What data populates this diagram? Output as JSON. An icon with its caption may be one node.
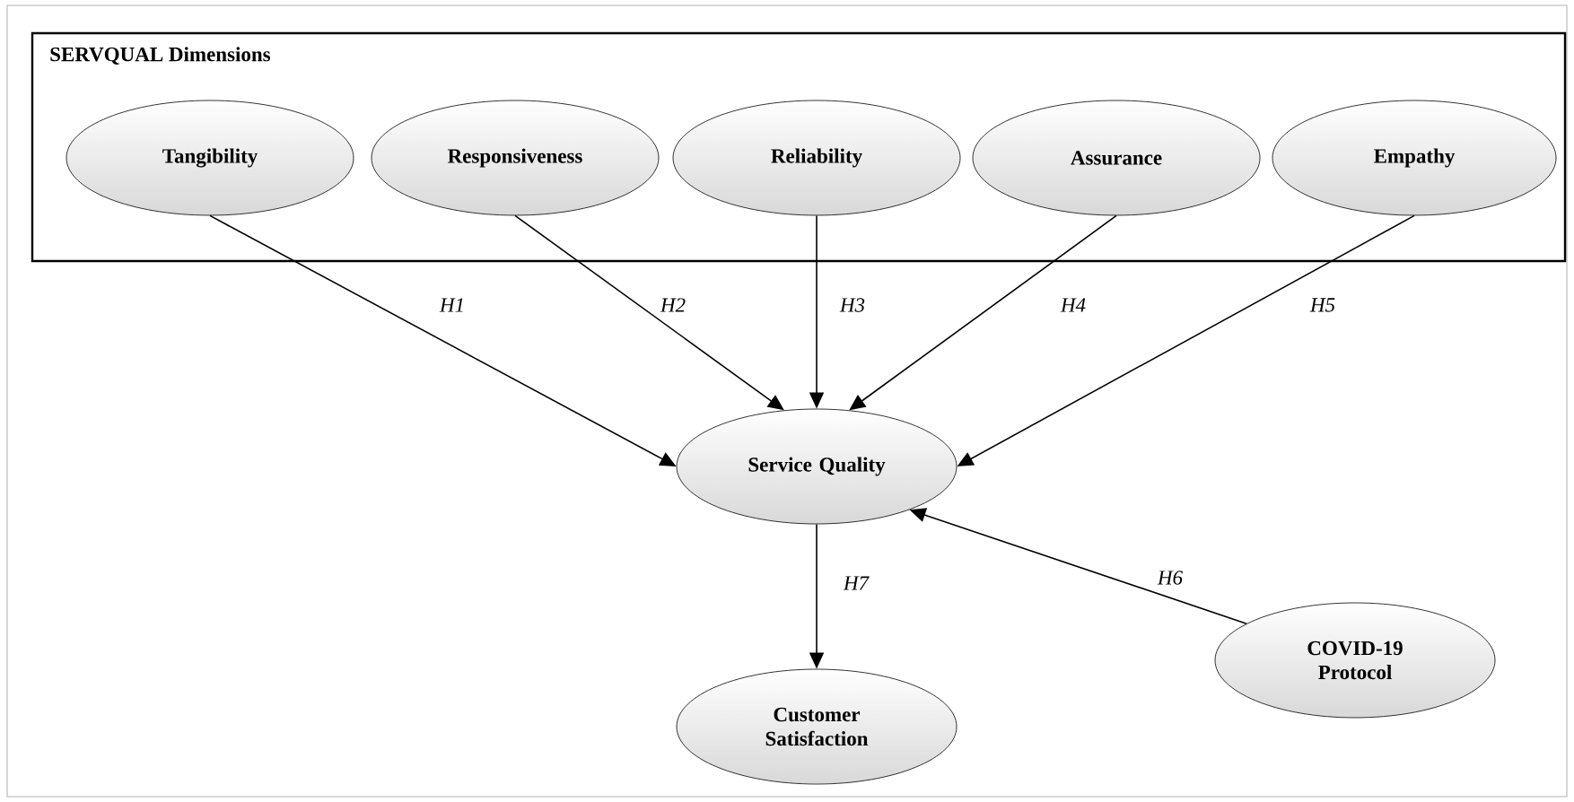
{
  "diagram": {
    "nodes": [
      {
        "text": [
          "SERVQUAL Dimensions"
        ]
      },
      {
        "text": [
          "Tangibility"
        ],
        "in": 0
      },
      {
        "text": [
          "Responsiveness"
        ],
        "in": 0
      },
      {
        "text": [
          "Reliability"
        ],
        "in": 0
      },
      {
        "text": [
          "Assurance"
        ],
        "in": 0
      },
      {
        "text": [
          "Empathy"
        ],
        "in": 0
      },
      {
        "text": [
          "Service Quality"
        ]
      },
      {
        "text": [
          "Customer Satisfaction"
        ]
      },
      {
        "text": [
          "COVID-19 Protocol"
        ]
      }
    ],
    "edges": [
      {
        "from": 1,
        "to": 6,
        "arrow": "to",
        "label": "H1"
      },
      {
        "from": 2,
        "to": 6,
        "arrow": "to",
        "label": "H2"
      },
      {
        "from": 3,
        "to": 6,
        "arrow": "to",
        "label": "H3"
      },
      {
        "from": 4,
        "to": 6,
        "arrow": "to",
        "label": "H4"
      },
      {
        "from": 5,
        "to": 6,
        "arrow": "to",
        "label": "H5"
      },
      {
        "from": 8,
        "to": 6,
        "arrow": "to",
        "label": "H6"
      },
      {
        "from": 6,
        "to": 7,
        "arrow": "to",
        "label": "H7"
      }
    ]
  }
}
